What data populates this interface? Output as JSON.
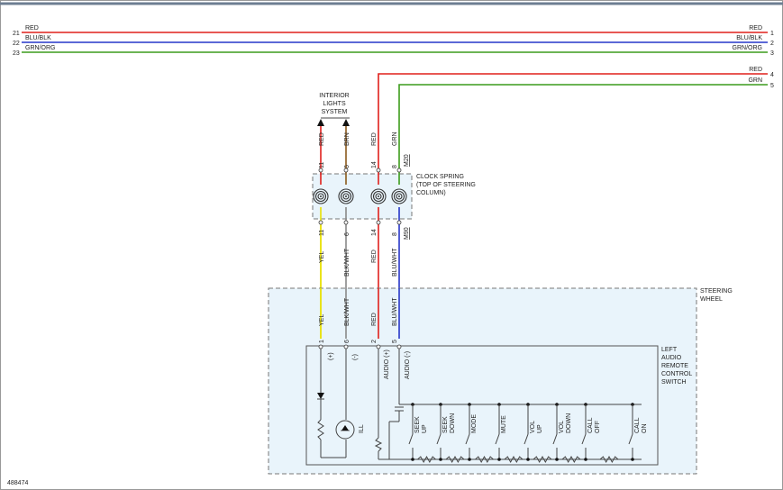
{
  "top_wires": [
    {
      "label": "RED",
      "left_pin": "21",
      "right_pin": "1",
      "color": "#e0201c"
    },
    {
      "label": "BLU/BLK",
      "left_pin": "22",
      "right_pin": "2",
      "color": "#2636c8"
    },
    {
      "label": "GRN/ORG",
      "left_pin": "23",
      "right_pin": "3",
      "color": "#3c9c1c"
    }
  ],
  "feed_wires": [
    {
      "label": "RED",
      "pin": "4",
      "color": "#e0201c"
    },
    {
      "label": "GRN",
      "pin": "5",
      "color": "#3c9c1c"
    }
  ],
  "interior": {
    "l1": "INTERIOR",
    "l2": "LIGHTS",
    "l3": "SYSTEM"
  },
  "clock_spring": {
    "l1": "CLOCK SPRING",
    "l2": "(TOP OF STEERING",
    "l3": "COLUMN)"
  },
  "upper_wires": [
    {
      "color_label": "RED",
      "pin": "11",
      "color": "#e0201c"
    },
    {
      "color_label": "BRN",
      "pin": "6",
      "color": "#8b5a1c"
    },
    {
      "color_label": "RED",
      "pin": "14",
      "color": "#e0201c"
    },
    {
      "color_label": "GRN",
      "pin": "8",
      "color": "#3c9c1c",
      "conn": "M20"
    }
  ],
  "lower_wires": [
    {
      "color_label": "YEL",
      "pin": "11",
      "color": "#e8e000"
    },
    {
      "color_label": "BLK/WHT",
      "pin": "6",
      "color": "#888888"
    },
    {
      "color_label": "RED",
      "pin": "14",
      "color": "#e0201c"
    },
    {
      "color_label": "BLU/WHT",
      "pin": "8",
      "color": "#2636c8",
      "conn": "M90"
    }
  ],
  "switch_wires": [
    {
      "color_label": "YEL",
      "pin": "1"
    },
    {
      "color_label": "BLK/WHT",
      "pin": "6"
    },
    {
      "color_label": "RED",
      "pin": "2"
    },
    {
      "color_label": "BLU/WHT",
      "pin": "5"
    }
  ],
  "steering_wheel": {
    "l1": "STEERING",
    "l2": "WHEEL"
  },
  "switch_title": {
    "l1": "LEFT",
    "l2": "AUDIO",
    "l3": "REMOTE",
    "l4": "CONTROL",
    "l5": "SWITCH"
  },
  "pin_labels": {
    "plus": "(+)",
    "minus": "(-)",
    "audio_plus": "AUDIO (+)",
    "audio_minus": "AUDIO (-)",
    "ill": "ILL"
  },
  "buttons": [
    {
      "l1": "SEEK",
      "l2": "UP"
    },
    {
      "l1": "SEEK",
      "l2": "DOWN"
    },
    {
      "l1": "MODE",
      "l2": ""
    },
    {
      "l1": "MUTE",
      "l2": ""
    },
    {
      "l1": "VOL",
      "l2": "UP"
    },
    {
      "l1": "VOL",
      "l2": "DOWN"
    },
    {
      "l1": "CALL",
      "l2": "OFF"
    },
    {
      "l1": "CALL",
      "l2": "ON"
    }
  ],
  "diagram_id": "488474"
}
